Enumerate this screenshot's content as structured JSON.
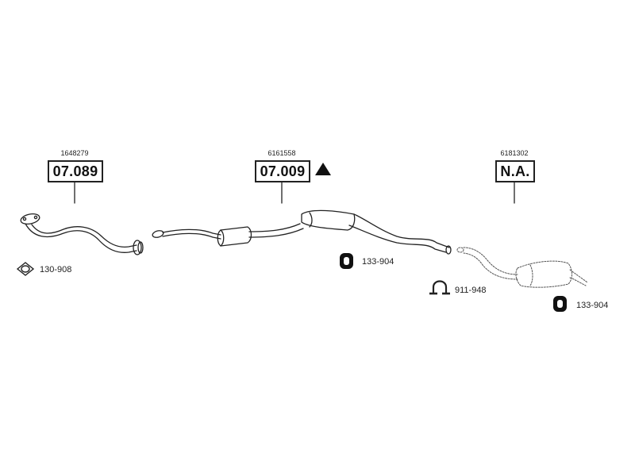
{
  "diagram": {
    "groups": [
      {
        "id": "front-pipe",
        "oe": "1648279",
        "code": "07.089"
      },
      {
        "id": "middle-silencer",
        "oe": "6161558",
        "code": "07.009"
      },
      {
        "id": "rear-silencer",
        "oe": "6181302",
        "code": "N.A."
      }
    ],
    "accessories": [
      {
        "id": "gasket",
        "ref": "130-908",
        "icon": "gasket-icon"
      },
      {
        "id": "rubber-mount-1",
        "ref": "133-904",
        "icon": "rubber-mount-icon"
      },
      {
        "id": "clamp",
        "ref": "911-948",
        "icon": "clamp-icon"
      },
      {
        "id": "rubber-mount-2",
        "ref": "133-904",
        "icon": "rubber-mount-icon"
      }
    ],
    "warning_icon": "triangle-icon",
    "colors": {
      "stroke": "#222222",
      "background": "#ffffff"
    }
  }
}
